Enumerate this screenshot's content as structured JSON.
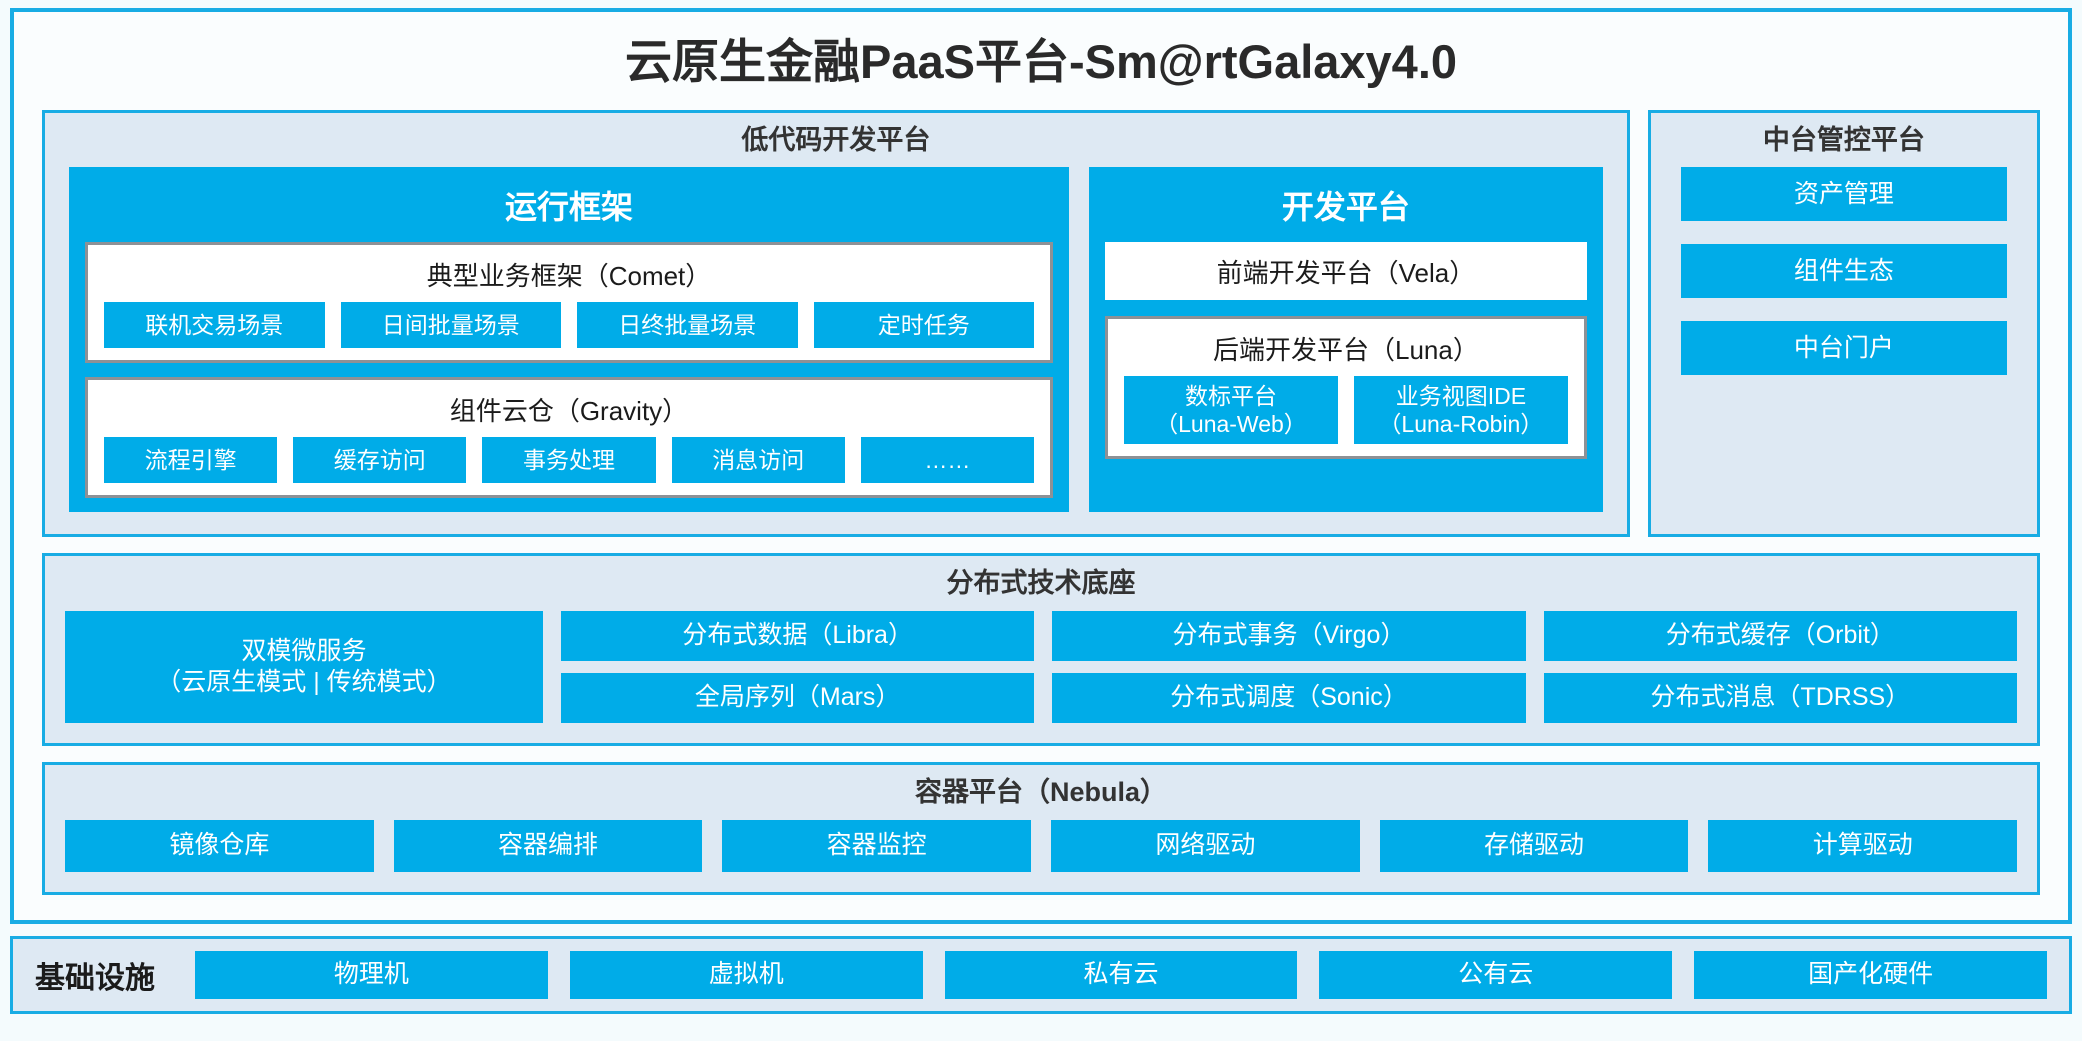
{
  "title": "云原生金融PaaS平台-Sm@rtGalaxy4.0",
  "colors": {
    "accent": "#00ace8",
    "panel_bg": "#dee9f3",
    "panel_border": "#18ace4",
    "page_bg": "#f4fbfd",
    "card_border": "#8d9196",
    "text_dark": "#1b1b1b"
  },
  "lowcode": {
    "title": "低代码开发平台",
    "runtime": {
      "title": "运行框架",
      "comet": {
        "title": "典型业务框架（Comet）",
        "tiles": [
          "联机交易场景",
          "日间批量场景",
          "日终批量场景",
          "定时任务"
        ]
      },
      "gravity": {
        "title": "组件云仓（Gravity）",
        "tiles": [
          "流程引擎",
          "缓存访问",
          "事务处理",
          "消息访问",
          "……"
        ]
      }
    },
    "devplatform": {
      "title": "开发平台",
      "vela": "前端开发平台（Vela）",
      "luna": {
        "title": "后端开发平台（Luna）",
        "tiles": [
          {
            "name": "数标平台",
            "code": "（Luna-Web）"
          },
          {
            "name": "业务视图IDE",
            "code": "（Luna-Robin）"
          }
        ]
      }
    }
  },
  "midplatform": {
    "title": "中台管控平台",
    "tiles": [
      "资产管理",
      "组件生态",
      "中台门户"
    ]
  },
  "foundation": {
    "title": "分布式技术底座",
    "wide_tile": {
      "name": "双模微服务",
      "detail": "（云原生模式 | 传统模式）"
    },
    "columns": [
      [
        "分布式数据（Libra）",
        "全局序列（Mars）"
      ],
      [
        "分布式事务（Virgo）",
        "分布式调度（Sonic）"
      ],
      [
        "分布式缓存（Orbit）",
        "分布式消息（TDRSS）"
      ]
    ]
  },
  "container_platform": {
    "title": "容器平台（Nebula）",
    "tiles": [
      "镜像仓库",
      "容器编排",
      "容器监控",
      "网络驱动",
      "存储驱动",
      "计算驱动"
    ]
  },
  "infrastructure": {
    "label": "基础设施",
    "tiles": [
      "物理机",
      "虚拟机",
      "私有云",
      "公有云",
      "国产化硬件"
    ]
  }
}
